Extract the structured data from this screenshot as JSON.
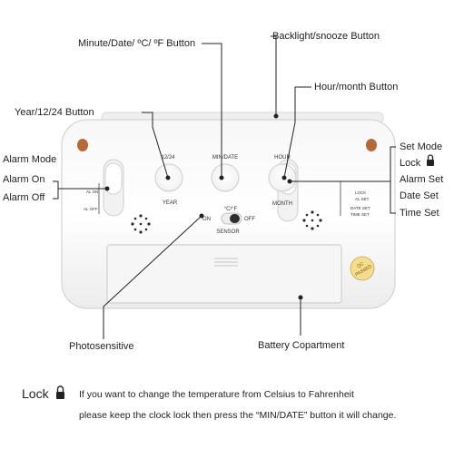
{
  "callouts": {
    "minute_date_btn": "Minute/Date/ ºC/ ºF Button",
    "backlight": "Backlight/snooze Button",
    "hour_month_btn": "Hour/month Button",
    "year_btn": "Year/12/24 Button",
    "alarm_mode": "Alarm Mode",
    "alarm_on": "Alarm On",
    "alarm_off": "Alarm Off",
    "set_mode": "Set Mode",
    "lock": "Lock",
    "alarm_set": "Alarm Set",
    "date_set": "Date Set",
    "time_set": "Time Set",
    "photosensitive": "Photosensitive",
    "battery": "Battery Copartment"
  },
  "device": {
    "btn_1224": "12/24",
    "btn_year": "YEAR",
    "btn_mindate": "MIN/DATE",
    "btn_hour": "HOUR",
    "btn_month": "MONTH",
    "cf": "°C/°F",
    "on": "ON",
    "off": "OFF",
    "sensor": "SENSOR",
    "al_on": "AL ON",
    "al_off": "AL OFF",
    "lock": "LOCK",
    "al_set": "AL SET",
    "date_set": "DATE SET",
    "time_set": "TIME SET",
    "sticker_line1": "QC",
    "sticker_line2": "PASSED"
  },
  "note": {
    "title": "Lock",
    "line1": "If you want to change the temperature from Celsius to Fahrenheit",
    "line2": "please keep the clock lock then press the “MIN/DATE” button it will change."
  },
  "colors": {
    "device_body": "#ffffff",
    "device_edge": "#d9d9d9",
    "button_black": "#111111",
    "callout_line": "#222222",
    "screw_hole": "#b5683a",
    "sticker": "#f4dd8e"
  }
}
